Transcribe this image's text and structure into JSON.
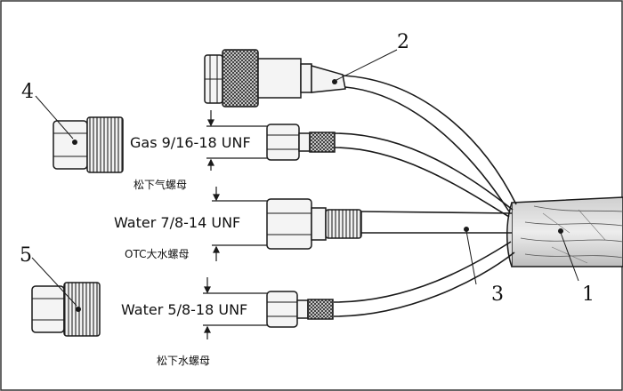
{
  "callouts": {
    "c1": "1",
    "c2": "2",
    "c3": "3",
    "c4": "4",
    "c5": "5"
  },
  "labels": {
    "gas": "Gas 9/16-18 UNF",
    "gas_nut": "松下气螺母",
    "water_large": "Water 7/8-14 UNF",
    "water_large_nut": "OTC大水螺母",
    "water_small": "Water 5/8-18 UNF",
    "water_small_nut": "松下水螺母"
  },
  "colors": {
    "line": "#1a1a1a",
    "fill_light": "#f4f4f4",
    "fill_mid": "#d9d9d9",
    "fill_dark": "#9a9a9a"
  }
}
